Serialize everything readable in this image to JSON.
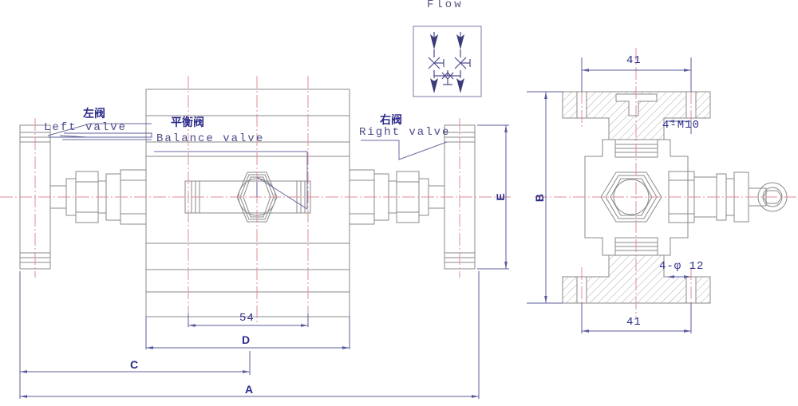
{
  "drawing": {
    "title_flow": "Flow",
    "labels": {
      "left_valve_cn": "左阀",
      "left_valve_en": "Left valve",
      "balance_valve_cn": "平衡阀",
      "balance_valve_en": "Balance valve",
      "right_valve_cn": "右阀",
      "right_valve_en": "Right valve"
    },
    "dimensions": {
      "front": {
        "d54": "54",
        "dD": "D",
        "dC": "C",
        "dA": "A",
        "dE": "E"
      },
      "side": {
        "top_41": "41",
        "bottom_41": "41",
        "dB": "B",
        "thread_note": "4-M10",
        "hole_note": "4-φ 12"
      }
    },
    "colors": {
      "line": "#8a8a8a",
      "center": "#e08d96",
      "dimension": "#5b5b9e",
      "text": "#2b2b8a",
      "hatch": "#9a9a9a"
    }
  }
}
